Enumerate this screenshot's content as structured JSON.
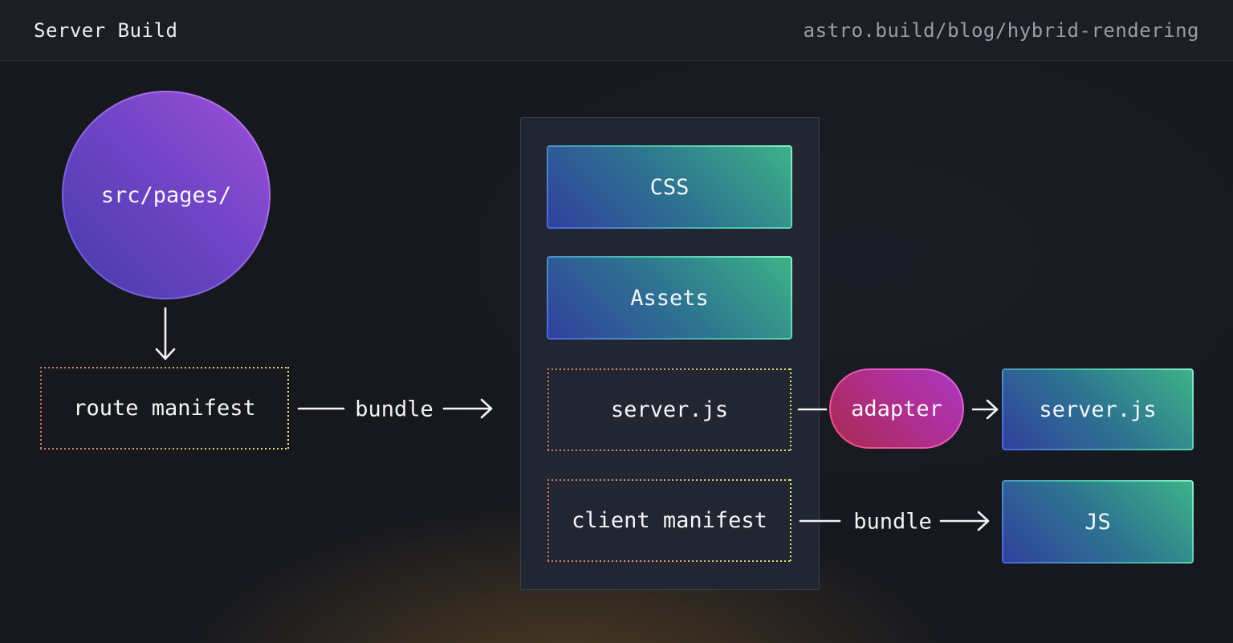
{
  "header": {
    "title": "Server Build",
    "url": "astro.build/blog/hybrid-rendering"
  },
  "diagram": {
    "source_circle": {
      "label": "src/pages/"
    },
    "route_manifest": {
      "label": "route manifest"
    },
    "bundle_left": {
      "label": "bundle"
    },
    "bundle_right": {
      "label": "bundle"
    },
    "build_panel": {
      "css": {
        "label": "CSS"
      },
      "assets": {
        "label": "Assets"
      },
      "server_js": {
        "label": "server.js"
      },
      "client_manifest": {
        "label": "client manifest"
      }
    },
    "adapter": {
      "label": "adapter"
    },
    "server_js_output": {
      "label": "server.js"
    },
    "js_output": {
      "label": "JS"
    }
  },
  "colors": {
    "background": "#16181e",
    "header_background": "#1b1e25",
    "header_url_text": "#989ea9",
    "panel_background": "#222632",
    "teal_box_gradient": [
      "#30409e",
      "#2e7690",
      "#3db288"
    ],
    "teal_box_border": [
      "#4a63dd",
      "#85eec9"
    ],
    "purple_circle_gradient": [
      "#453ba9",
      "#9d4fd8"
    ],
    "purple_circle_border": [
      "#6059e2",
      "#c274ec"
    ],
    "adapter_pill_gradient": [
      "#a82a51",
      "#a938c0"
    ],
    "adapter_pill_border": [
      "#f14d80",
      "#e263e8"
    ],
    "dotted_border_gradient": [
      "#d2795b",
      "#e9e473"
    ],
    "arrow_color": "#f4f4f6",
    "text_color": "#f5f6f8"
  }
}
